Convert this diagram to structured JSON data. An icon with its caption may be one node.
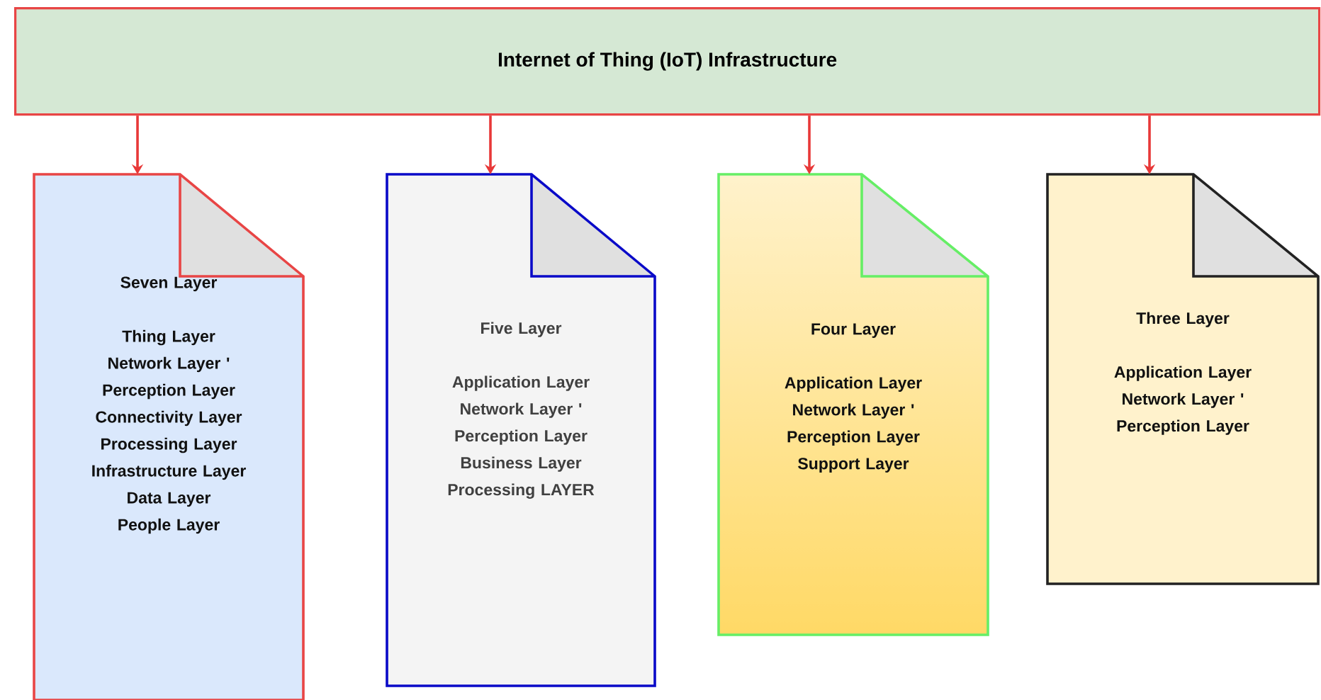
{
  "diagram": {
    "nodes": [
      {
        "text": [
          "Internet of Thing (IoT) Infrastructure"
        ]
      },
      {
        "text": [
          "Seven Layer",
          "Thing Layer",
          "Network Layer '",
          "Perception Layer",
          "Connectivity Layer",
          "Processing Layer",
          "Infrastructure Layer",
          "Data Layer",
          "People Layer"
        ]
      },
      {
        "text": [
          "Five Layer",
          "Application Layer",
          "Network Layer '",
          "Perception Layer",
          "Business Layer",
          "Processing LAYER"
        ]
      },
      {
        "text": [
          "Four Layer",
          "Application Layer",
          "Network Layer '",
          "Perception Layer",
          "Support Layer"
        ]
      },
      {
        "text": [
          "Three Layer",
          "Application Layer",
          "Network Layer '",
          "Perception Layer"
        ]
      }
    ],
    "edges": [
      {
        "from": 0,
        "to": 1,
        "arrow": "to"
      },
      {
        "from": 0,
        "to": 2,
        "arrow": "to"
      },
      {
        "from": 0,
        "to": 3,
        "arrow": "to"
      },
      {
        "from": 0,
        "to": 4,
        "arrow": "to"
      }
    ]
  }
}
